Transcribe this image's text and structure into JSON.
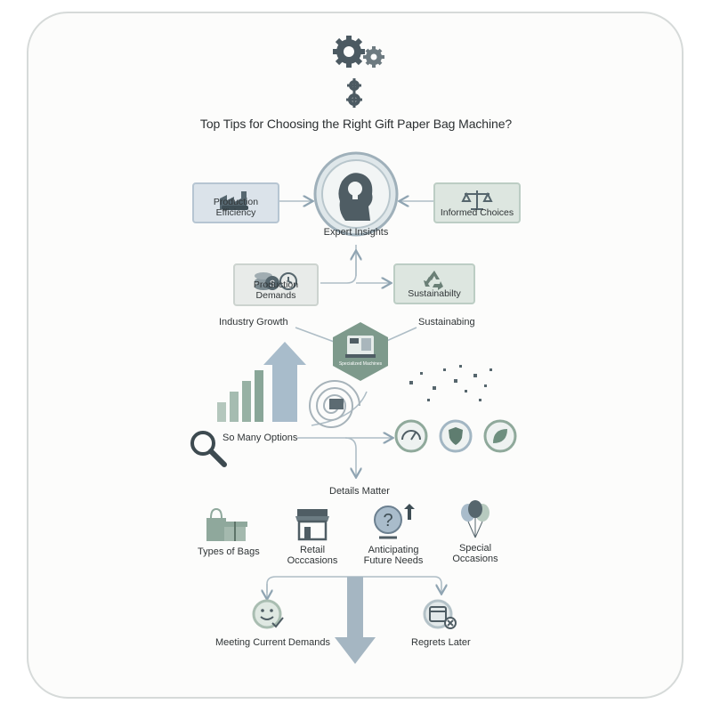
{
  "title": "Top Tips for Choosing the Right Gift Paper Bag Machine?",
  "hub": {
    "label": "Expert Insights"
  },
  "top_boxes": {
    "production_efficiency": "Production Efficiency",
    "informed_choices": "Informed Choices",
    "production_demands": "Production Demands",
    "sustainability": "Sustainabilty"
  },
  "middle_labels": {
    "industry_growth": "Industry Growth",
    "sustainability_label": "Sustainabing",
    "specialized_machines": "Specialized Machines",
    "so_many_options": "So Many Options",
    "details_matter": "Details Matter"
  },
  "categories": [
    {
      "label": "Types of Bags",
      "icon": "shopping-bag-gift-icon"
    },
    {
      "label": "Retail Occcasions",
      "icon": "storefront-icon"
    },
    {
      "label": "Anticipating Future Needs",
      "icon": "question-growth-icon"
    },
    {
      "label": "Special Occasions",
      "icon": "balloons-icon"
    }
  ],
  "outcomes": {
    "meeting_current_demands": "Meeting Current Demands",
    "regrets_later": "Regrets Later"
  },
  "colors": {
    "slate": "#4a5a60",
    "sage": "#8fb09f",
    "blue_gray": "#a9bccb",
    "frame": "#d6dad9",
    "arrow": "#a5b6c2"
  }
}
